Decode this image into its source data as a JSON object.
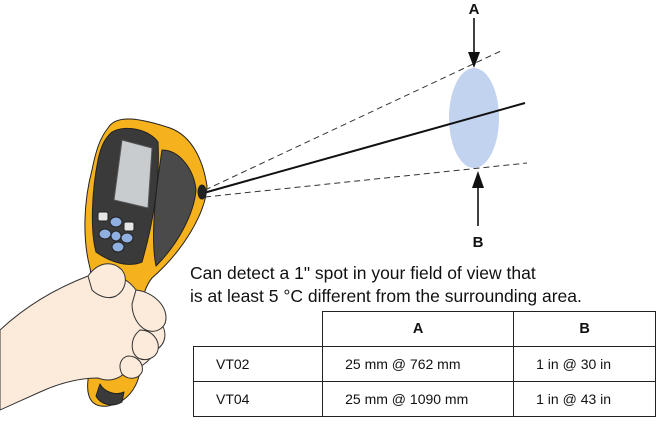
{
  "labels": {
    "a": "A",
    "b": "B"
  },
  "caption": {
    "line1": "Can detect a 1\" spot in your field of view that",
    "line2": "is at least 5 °C different from the surrounding area."
  },
  "table": {
    "headers": [
      "",
      "A",
      "B"
    ],
    "rows": [
      [
        "VT02",
        "25 mm @ 762 mm",
        "1 in @ 30 in"
      ],
      [
        "VT04",
        "25 mm @ 1090 mm",
        "1 in @ 43 in"
      ]
    ]
  },
  "colors": {
    "body_yellow": "#F5B21C",
    "body_dark": "#3A3A3A",
    "screen": "#C8CCCF",
    "button_blue": "#8FAFE0",
    "spot": "#C2D3F0",
    "skin": "#FCEBDB"
  }
}
